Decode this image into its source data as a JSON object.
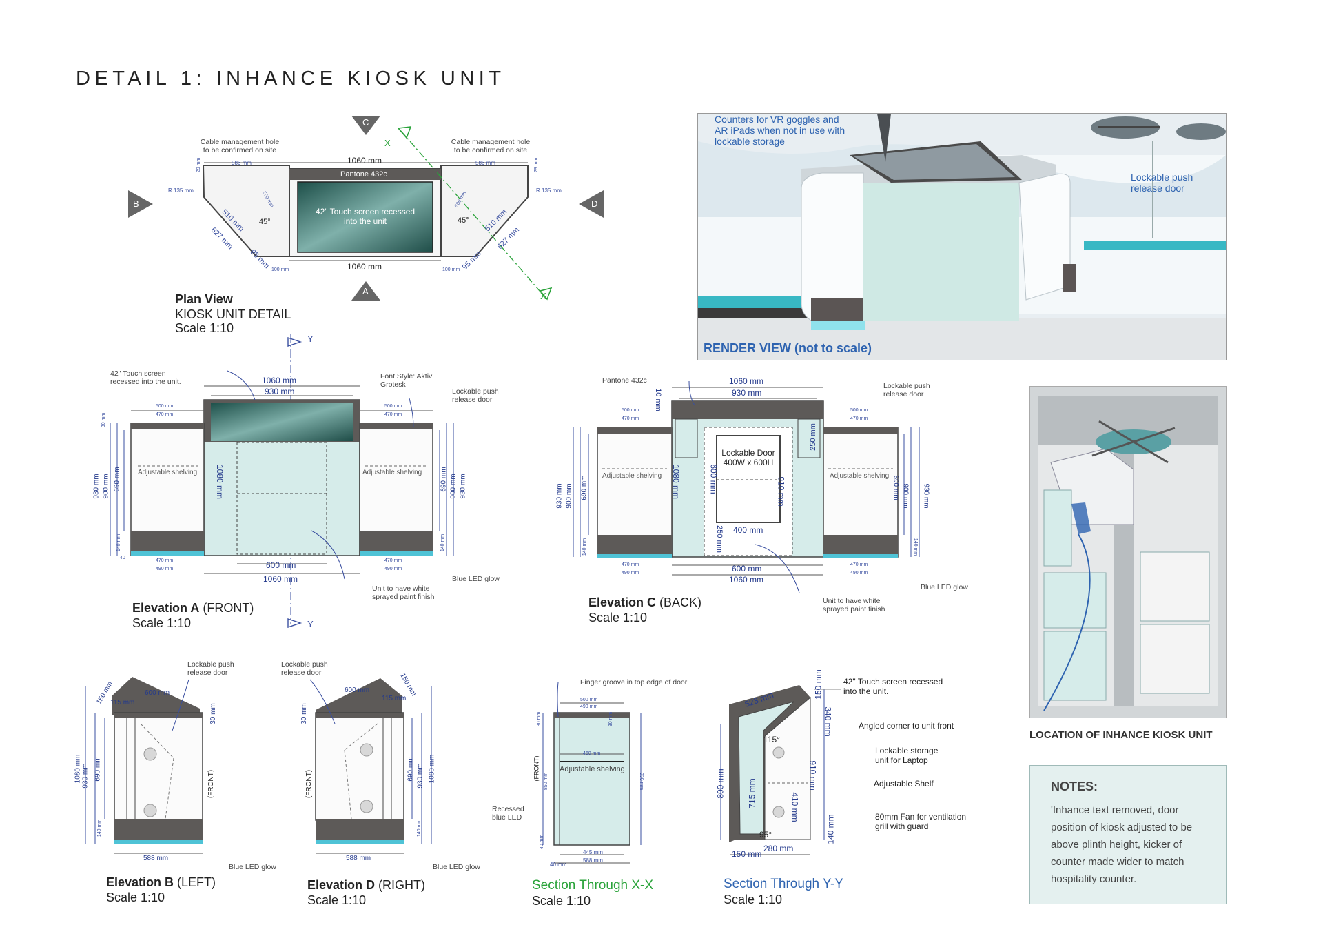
{
  "title": "DETAIL 1: INHANCE KIOSK UNIT",
  "section_markers": {
    "a": "A",
    "b": "B",
    "c": "C",
    "d": "D",
    "x": "X",
    "y": "Y"
  },
  "plan_view": {
    "title": "Plan View",
    "subtitle": "KIOSK UNIT DETAIL",
    "scale": "Scale 1:10",
    "cable_note": "Cable management hole to be confirmed on site",
    "pantone": "Pantone 432c",
    "screen_note": "42\" Touch screen recessed into the unit",
    "dims": {
      "w1060": "1060 mm",
      "d586": "586 mm",
      "d510": "510 mm",
      "d627": "627 mm",
      "d95": "95 mm",
      "d100": "100 mm",
      "d500": "500 mm",
      "radius": "R 135 mm",
      "angle": "45°",
      "d29": "29 mm"
    }
  },
  "render_view": {
    "caption": "RENDER VIEW (not to scale)",
    "note_counters": "Counters for VR goggles and AR iPads when not in use with lockable storage",
    "note_door": "Lockable push release door"
  },
  "elevation_a": {
    "title": "Elevation A",
    "title_suffix": "(FRONT)",
    "scale": "Scale 1:10",
    "screen_note": "42\" Touch screen recessed into the unit.",
    "font_note": "Font Style: Aktiv Grotesk",
    "door_note": "Lockable push release door",
    "shelf": "Adjustable shelving",
    "finish_note": "Unit to have white sprayed paint finish",
    "led_note": "Blue LED glow",
    "dims": {
      "w1060": "1060 mm",
      "w930": "930 mm",
      "w500": "500 mm",
      "w470": "470 mm",
      "w490": "490 mm",
      "w600": "600 mm",
      "h1080": "1080 mm",
      "h930": "930 mm",
      "h900": "900 mm",
      "h690": "690 mm",
      "h140": "140 mm",
      "h30": "30 mm",
      "h40": "40"
    }
  },
  "elevation_c": {
    "title": "Elevation C",
    "title_suffix": "(BACK)",
    "scale": "Scale 1:10",
    "pantone": "Pantone 432c",
    "door_note": "Lockable push release door",
    "door_label": "Lockable Door 400W x 600H",
    "shelf": "Adjustable shelving",
    "finish_note": "Unit to have white sprayed paint finish",
    "led_note": "Blue LED glow",
    "dims": {
      "w1060": "1060 mm",
      "w930": "930 mm",
      "w600": "600 mm",
      "w400": "400 mm",
      "h250": "250 mm",
      "h10": "10 mm",
      "h1080": "1080 mm",
      "h600": "600 mm",
      "h910": "910 mm",
      "w500": "500 mm",
      "w470": "470 mm",
      "w490": "490 mm",
      "h930": "930 mm",
      "h900": "900 mm",
      "h690": "690 mm",
      "h140": "140 mm"
    }
  },
  "elevation_b": {
    "title": "Elevation B",
    "title_suffix": "(LEFT)",
    "scale": "Scale 1:10",
    "door_note": "Lockable push release door",
    "front": "(FRONT)",
    "led_note": "Blue LED glow",
    "dims": {
      "w600": "600 mm",
      "w588": "588 mm",
      "d150": "150 mm",
      "d115": "115 mm",
      "h1080": "1080 mm",
      "h930": "930 mm",
      "h690": "690 mm",
      "h30": "30 mm",
      "h140": "140 mm"
    }
  },
  "elevation_d": {
    "title": "Elevation D",
    "title_suffix": "(RIGHT)",
    "scale": "Scale 1:10",
    "door_note": "Lockable push release door",
    "front": "(FRONT)",
    "led_note": "Blue LED glow",
    "dims": {
      "w600": "600 mm",
      "w588": "588 mm",
      "d150": "150 mm",
      "d115": "115 mm",
      "h1080": "1080 mm",
      "h930": "930 mm",
      "h690": "690 mm",
      "h30": "30 mm",
      "h140": "140 mm"
    }
  },
  "section_xx": {
    "title": "Section Through X-X",
    "scale": "Scale 1:10",
    "groove_note": "Finger groove in top edge of door",
    "shelf": "Adjustable shelving",
    "led_note": "Recessed blue LED",
    "front": "(FRONT)",
    "dims": {
      "w500": "500 mm",
      "w490": "490 mm",
      "w460": "460 mm",
      "w445": "445 mm",
      "w588": "588 mm",
      "w40": "40 mm",
      "h930": "930 mm",
      "h850": "850 mm",
      "h30": "30 mm",
      "h40": "40 mm"
    }
  },
  "section_yy": {
    "title": "Section Through Y-Y",
    "scale": "Scale 1:10",
    "note_screen": "42\" Touch screen recessed into the unit.",
    "note_corner": "Angled corner to unit front",
    "note_storage": "Lockable storage unit for Laptop",
    "note_shelf": "Adjustable Shelf",
    "note_fan": "80mm Fan for ventilation grill with guard",
    "dims": {
      "d523": "523 mm",
      "d150": "150 mm",
      "d340": "340 mm",
      "d910": "910 mm",
      "d410": "410 mm",
      "d140": "140 mm",
      "d800": "800 mm",
      "d715": "715 mm",
      "d280": "280 mm",
      "d150b": "150 mm",
      "a115": "115°",
      "a95": "95°"
    }
  },
  "location": {
    "caption": "LOCATION OF INHANCE KIOSK UNIT"
  },
  "notes": {
    "title": "NOTES:",
    "body": "'Inhance text removed, door position of kiosk adjusted to be above plinth height, kicker of counter made wider to match hospitality counter."
  },
  "colors": {
    "teal": "#d6ecea",
    "dark": "#5d5a58",
    "dim_blue": "#3a4fa0",
    "green": "#2aa33a",
    "screen": "#2f6e68"
  }
}
